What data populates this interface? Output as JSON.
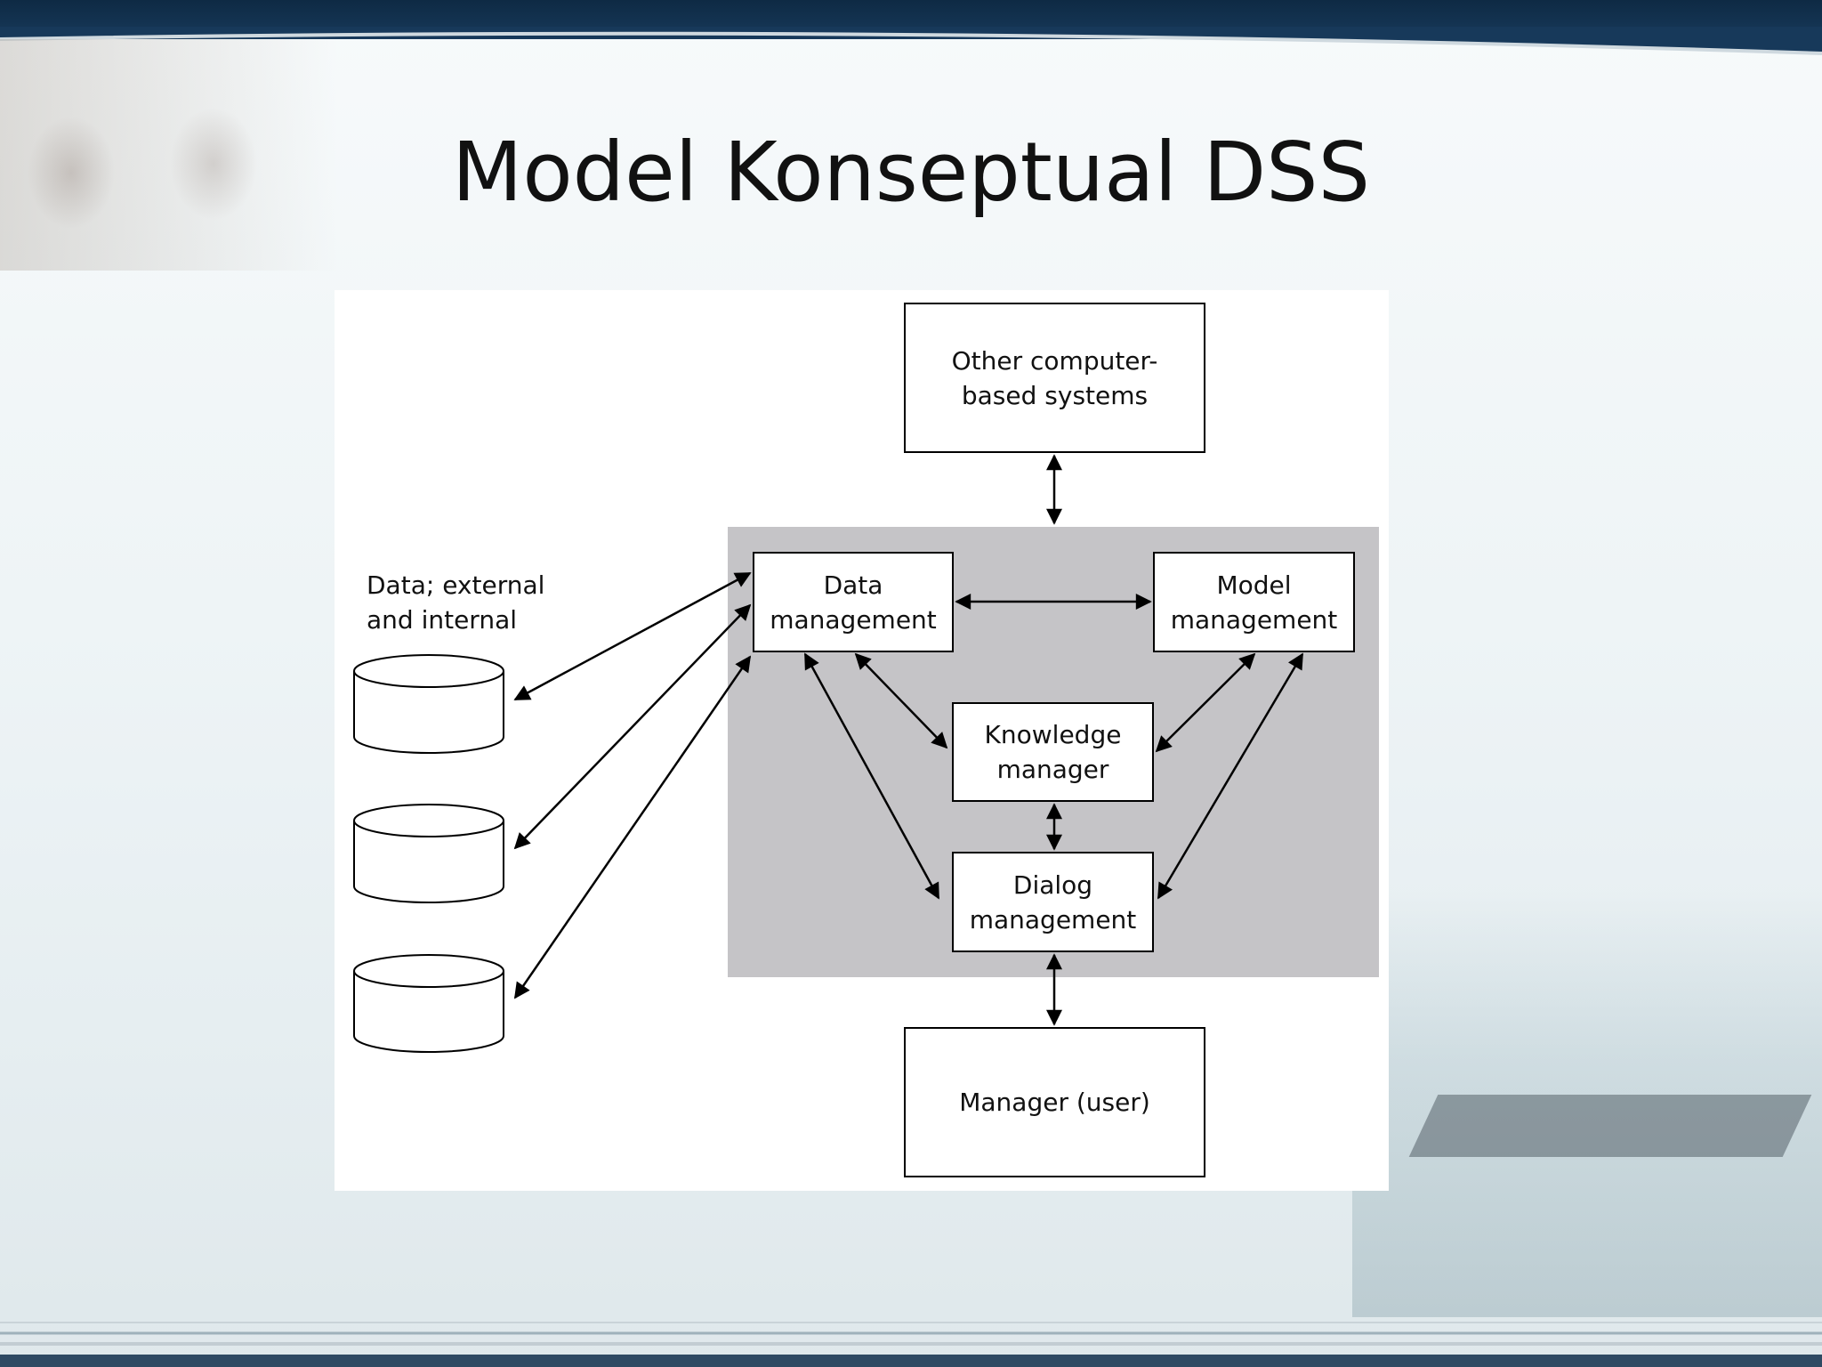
{
  "slide": {
    "title": "Model Konseptual DSS"
  },
  "diagram": {
    "nodes": {
      "other_systems": "Other computer-\nbased systems",
      "data_management": "Data\nmanagement",
      "model_management": "Model\nmanagement",
      "knowledge_manager": "Knowledge\nmanager",
      "dialog_management": "Dialog\nmanagement",
      "manager_user": "Manager (user)"
    },
    "data_sources_label": "Data; external\nand internal",
    "databases": [
      "database-1",
      "database-2",
      "database-3"
    ],
    "edges": [
      {
        "from": "other_systems",
        "to": "dss_subsystem",
        "direction": "both"
      },
      {
        "from": "data_management",
        "to": "model_management",
        "direction": "both"
      },
      {
        "from": "data_management",
        "to": "knowledge_manager",
        "direction": "both"
      },
      {
        "from": "model_management",
        "to": "knowledge_manager",
        "direction": "both"
      },
      {
        "from": "data_management",
        "to": "dialog_management",
        "direction": "both"
      },
      {
        "from": "model_management",
        "to": "dialog_management",
        "direction": "both"
      },
      {
        "from": "knowledge_manager",
        "to": "dialog_management",
        "direction": "both"
      },
      {
        "from": "dialog_management",
        "to": "manager_user",
        "direction": "both"
      },
      {
        "from": "database-1",
        "to": "data_management",
        "direction": "both"
      },
      {
        "from": "database-2",
        "to": "data_management",
        "direction": "both"
      },
      {
        "from": "database-3",
        "to": "data_management",
        "direction": "both"
      }
    ]
  },
  "colors": {
    "header_bar": "#0e2a44",
    "subsystem_fill": "#c5c4c7",
    "box_fill": "#ffffff",
    "stroke": "#000000"
  }
}
